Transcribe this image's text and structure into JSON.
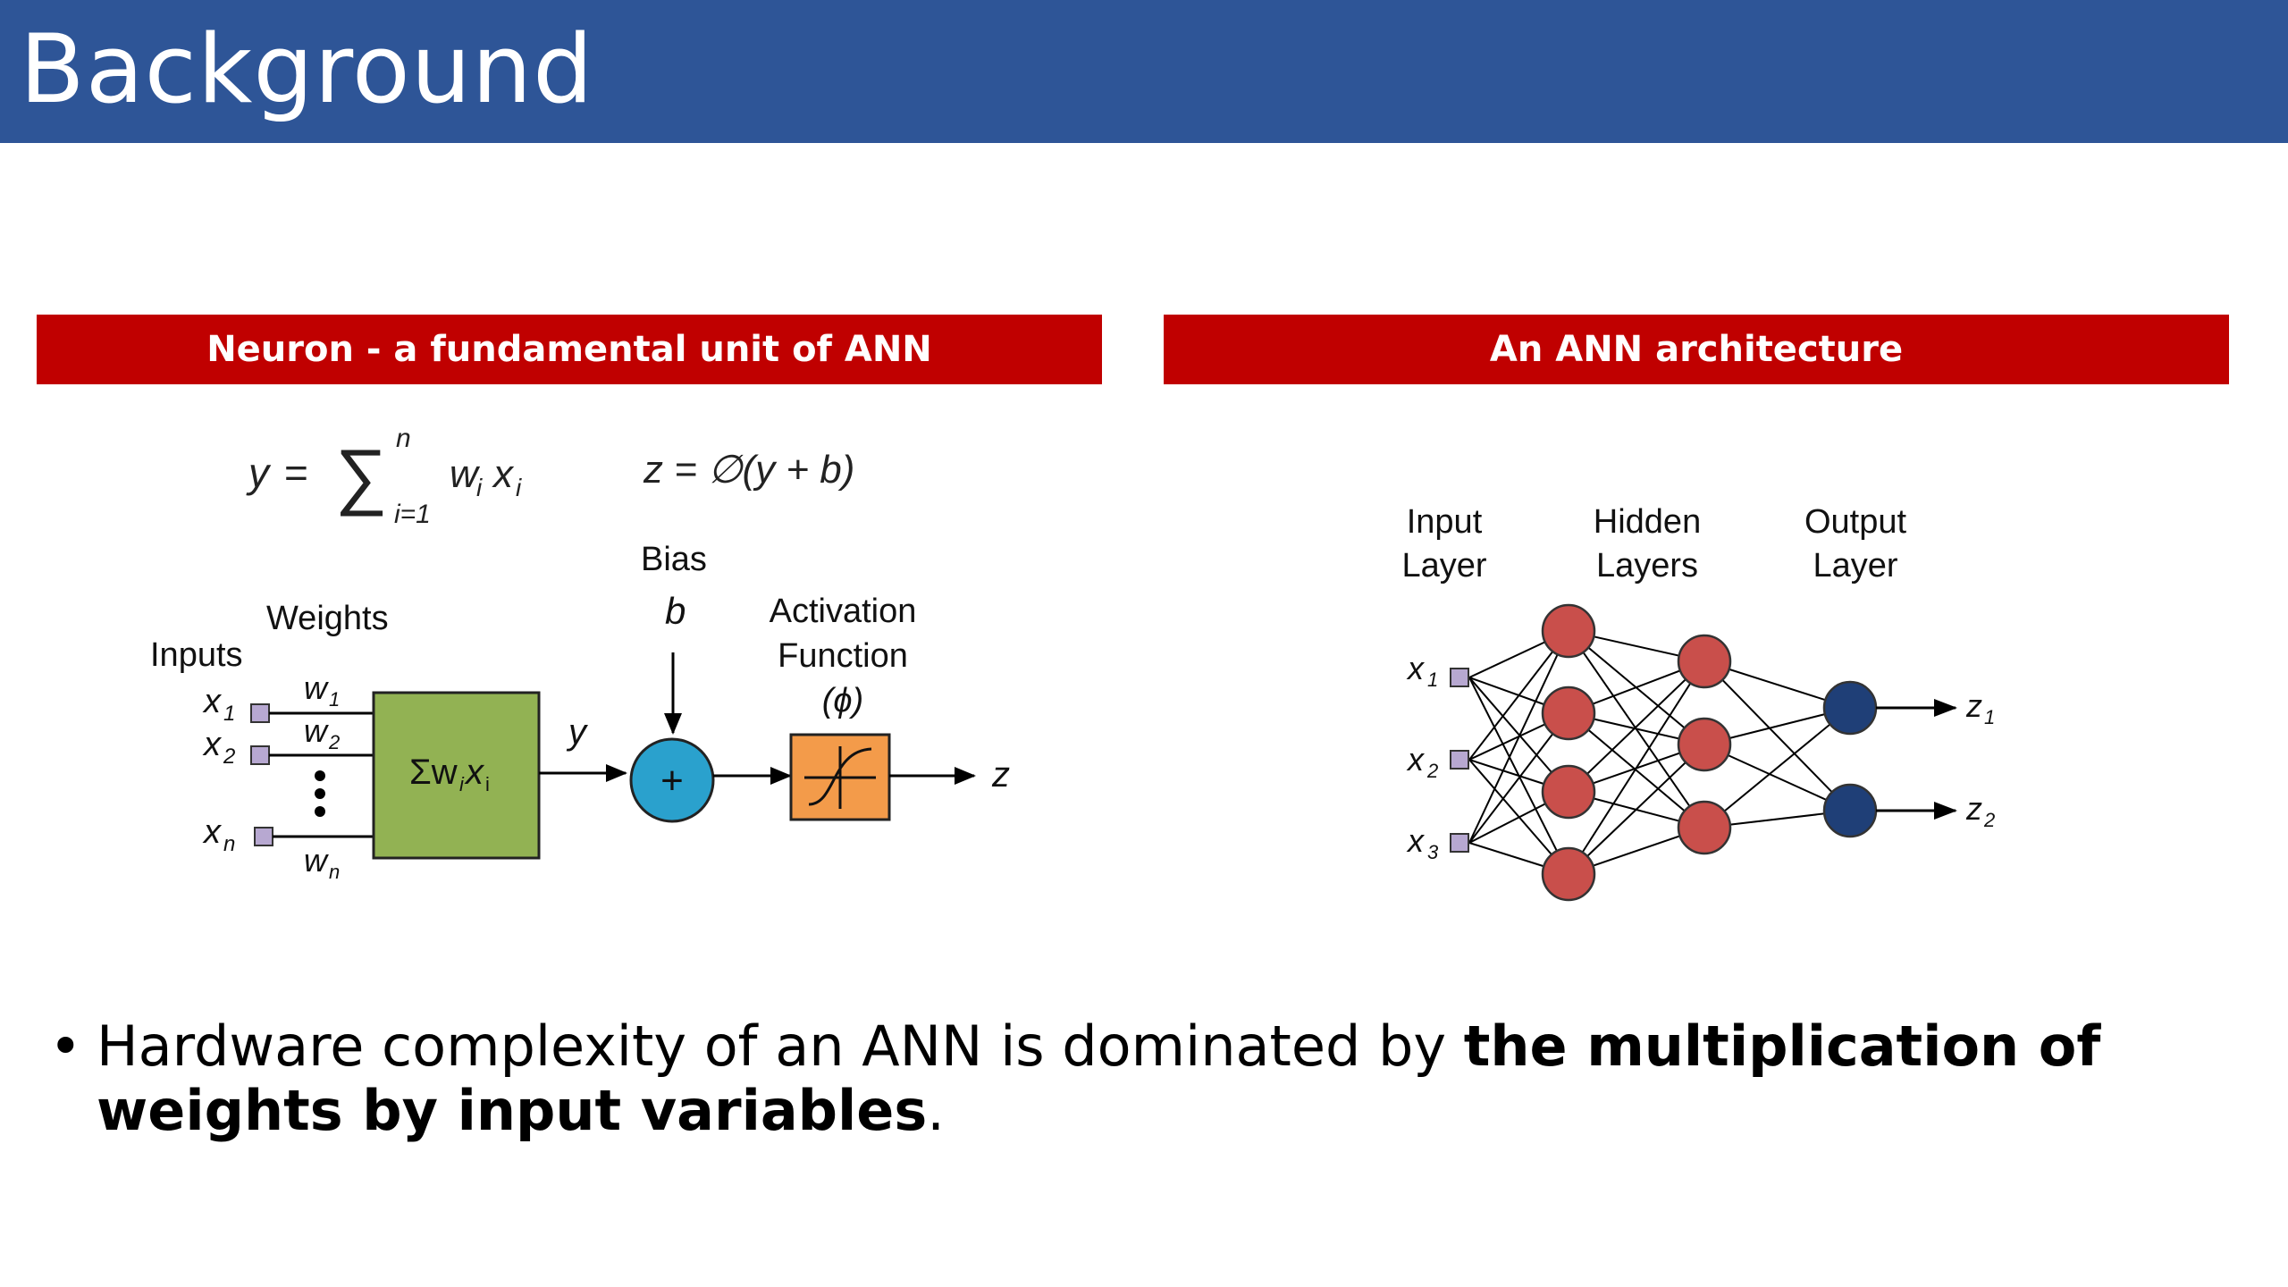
{
  "slide": {
    "title": "Background",
    "colors": {
      "title_bar": "#2e5597",
      "panel_header": "#c00000",
      "weight_box": "#92b253",
      "sum_node": "#2aa1cd",
      "activation_box": "#f39b4a",
      "neuron_hidden": "#c94f4b",
      "neuron_output": "#1f3f77"
    }
  },
  "left_panel": {
    "header": "Neuron - a fundamental unit of ANN",
    "formula_y": {
      "lhs": "y",
      "eq": "=",
      "sigma": "∑",
      "upper": "n",
      "lower": "i=1",
      "body": "w",
      "body_sub": "i",
      "body2": "x",
      "body2_sub": "i"
    },
    "formula_z": "z =  ∅(y + b)",
    "diagram": {
      "inputs_label": "Inputs",
      "weights_label": "Weights",
      "bias_label": "Bias",
      "bias_symbol": "b",
      "activation_label_1": "Activation",
      "activation_label_2": "Function",
      "activation_symbol": "(ϕ)",
      "input_1": "x",
      "input_1_sub": "1",
      "input_2": "x",
      "input_2_sub": "2",
      "input_n": "x",
      "input_n_sub": "n",
      "weight_1": "w",
      "weight_1_sub": "1",
      "weight_2": "w",
      "weight_2_sub": "2",
      "weight_n": "w",
      "weight_n_sub": "n",
      "sum_box": "Σw",
      "sum_box_sub_w": "i",
      "sum_box_x": "x",
      "sum_box_sub_x": "i",
      "y_label": "y",
      "plus": "+",
      "output": "z"
    }
  },
  "right_panel": {
    "header": "An ANN architecture",
    "input_layer": [
      "Input",
      "Layer"
    ],
    "hidden_layers": [
      "Hidden",
      "Layers"
    ],
    "output_layer": [
      "Output",
      "Layer"
    ],
    "inputs": [
      {
        "name": "x",
        "sub": "1"
      },
      {
        "name": "x",
        "sub": "2"
      },
      {
        "name": "x",
        "sub": "3"
      }
    ],
    "outputs": [
      {
        "name": "z",
        "sub": "1"
      },
      {
        "name": "z",
        "sub": "2"
      }
    ]
  },
  "bullet": {
    "marker": "•",
    "text_plain": "Hardware complexity of an ANN is dominated by ",
    "text_bold": "the multiplication of weights by input variables",
    "text_end": "."
  }
}
